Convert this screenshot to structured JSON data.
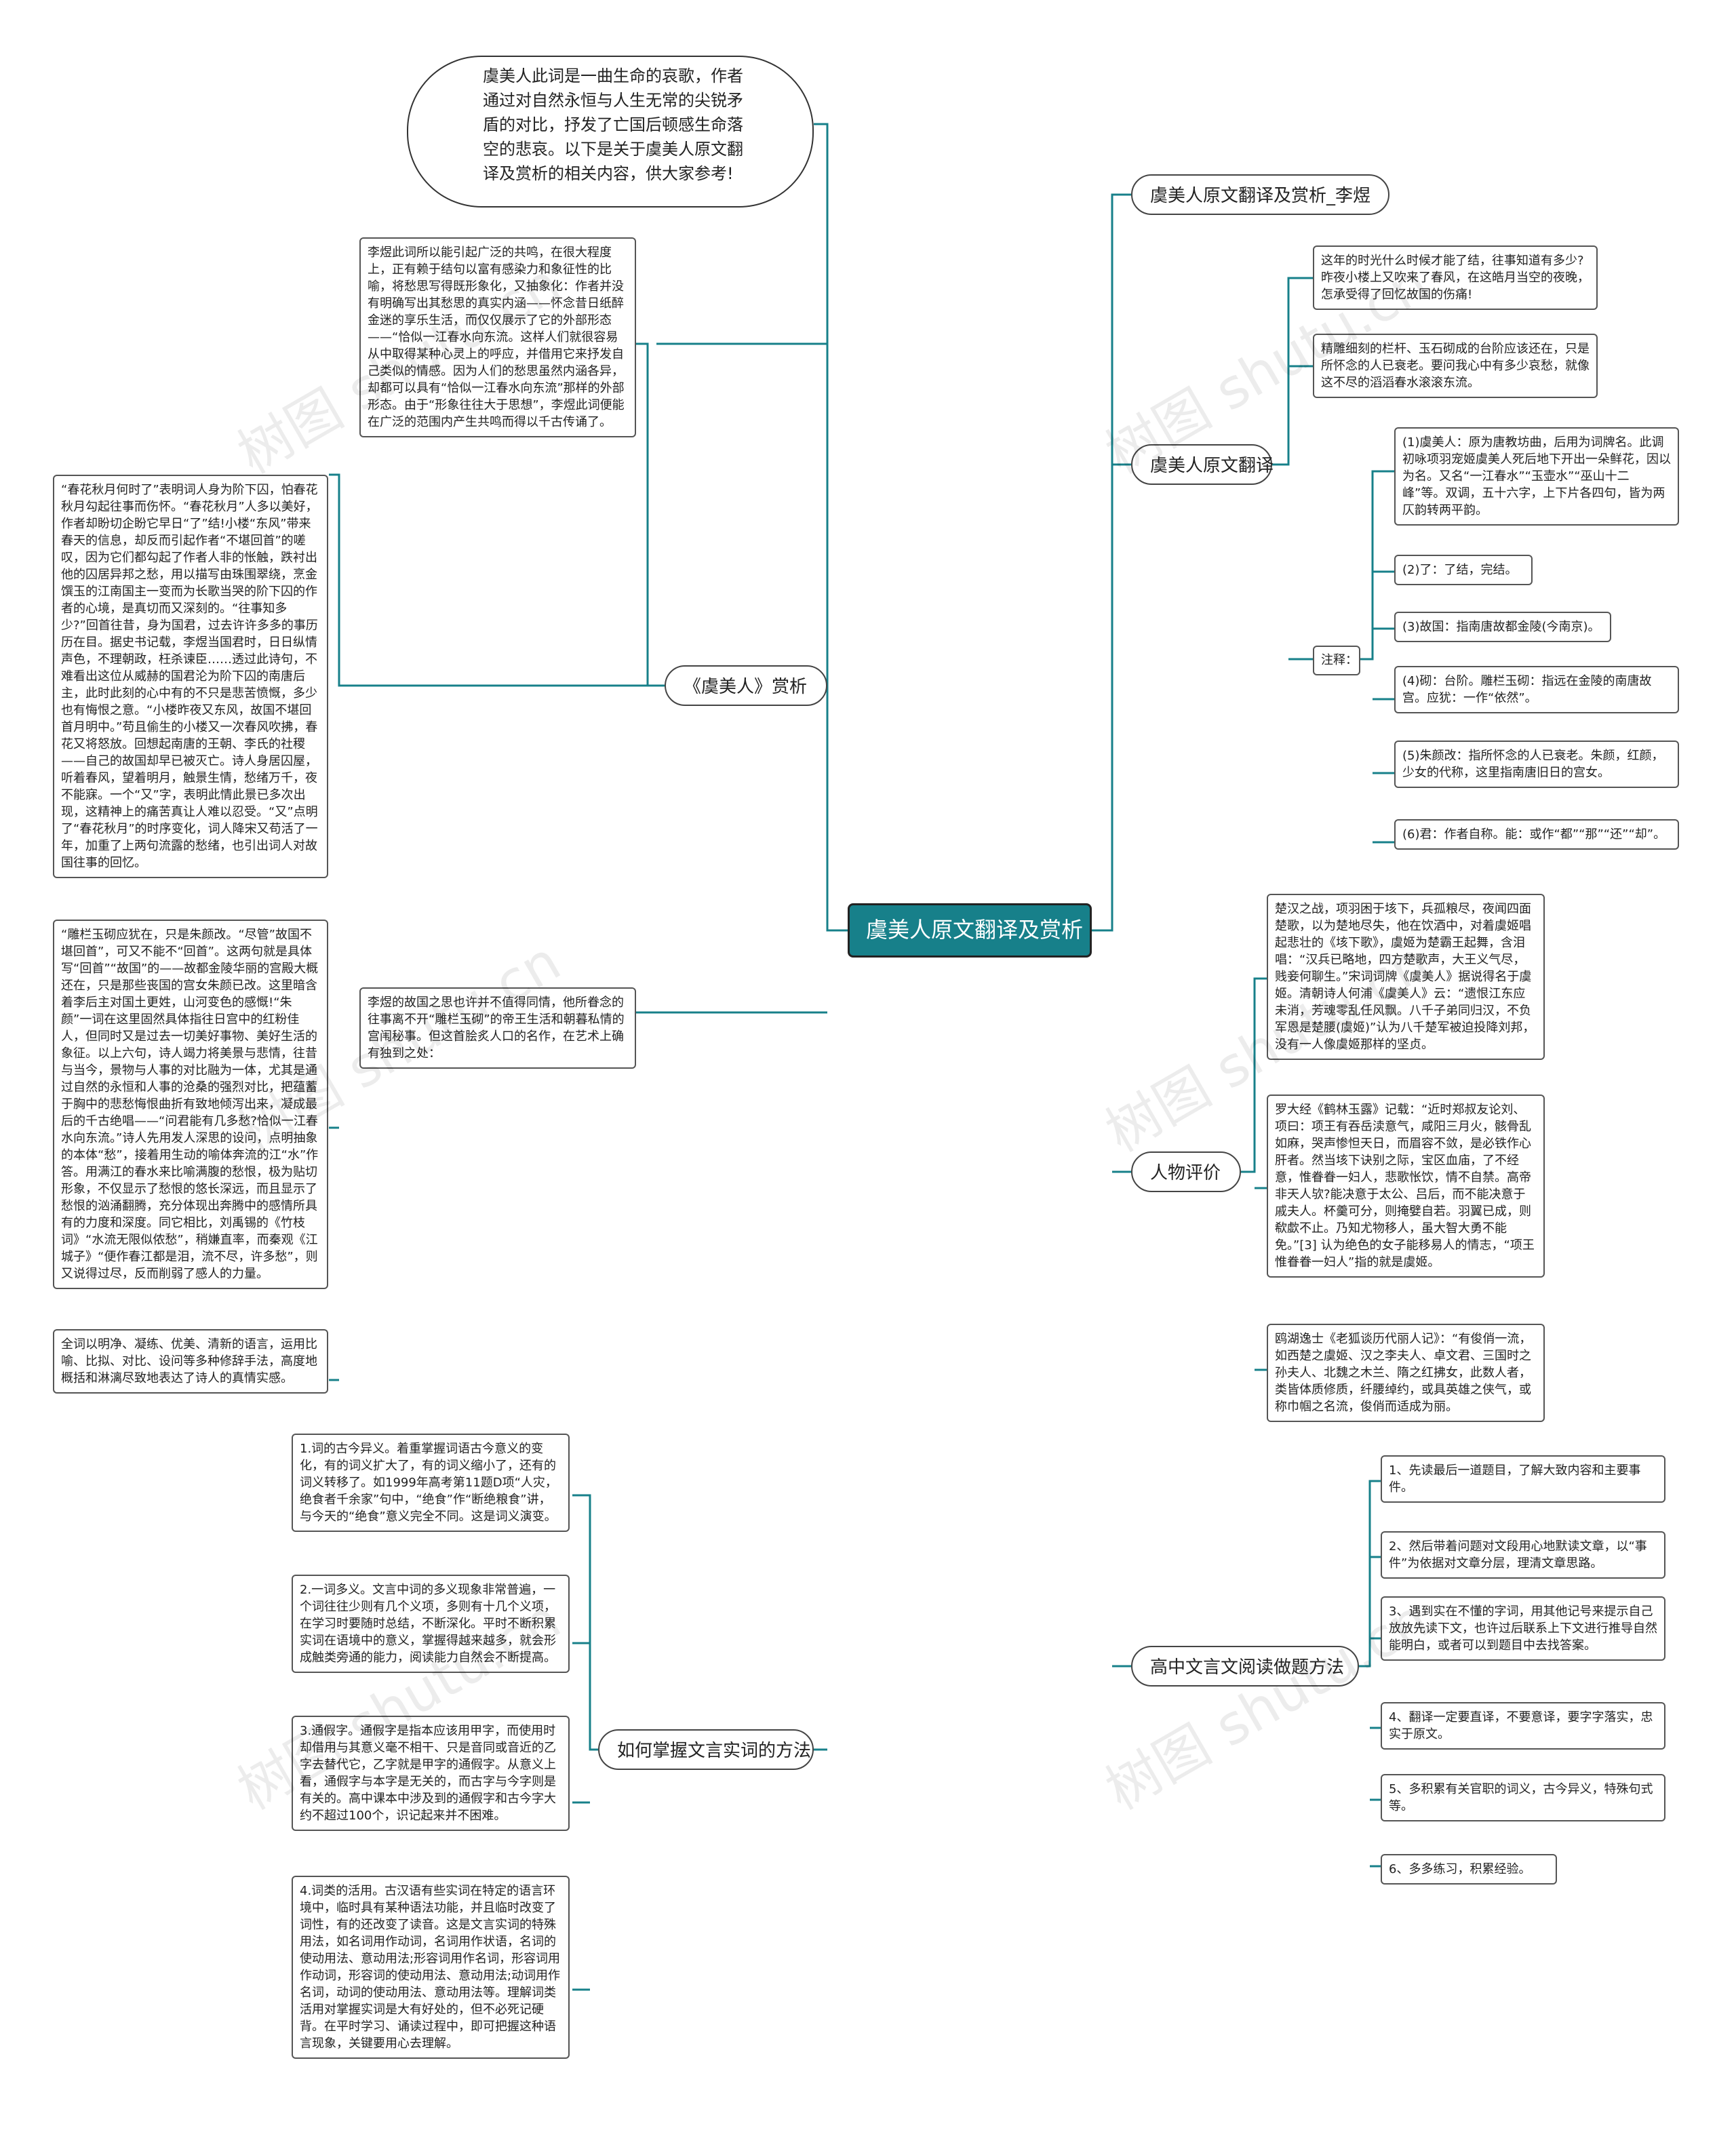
{
  "root": "虞美人原文翻译及赏析",
  "intro": "虞美人此词是一曲生命的哀歌，作者通过对自然永恒与人生无常的尖锐矛盾的对比，抒发了亡国后顿感生命落空的悲哀。以下是关于虞美人原文翻译及赏析的相关内容，供大家参考!",
  "right": {
    "b1": "虞美人原文翻译及赏析_李煜",
    "b2": {
      "label": "虞美人原文翻译",
      "t1": "这年的时光什么时候才能了结，往事知道有多少?昨夜小楼上又吹来了春风，在这皓月当空的夜晚，怎承受得了回忆故国的伤痛!",
      "t2": "精雕细刻的栏杆、玉石砌成的台阶应该还在，只是所怀念的人已衰老。要问我心中有多少哀愁，就像这不尽的滔滔春水滚滚东流。",
      "notes": {
        "label": "注释：",
        "items": [
          "(1)虞美人：原为唐教坊曲，后用为词牌名。此调初咏项羽宠姬虞美人死后地下开出一朵鲜花，因以为名。又名“一江春水”“玉壶水”“巫山十二峰”等。双调，五十六字，上下片各四句，皆为两仄韵转两平韵。",
          "(2)了：了结，完结。",
          "(3)故国：指南唐故都金陵(今南京)。",
          "(4)砌：台阶。雕栏玉砌：指远在金陵的南唐故宫。应犹：一作“依然”。",
          "(5)朱颜改：指所怀念的人已衰老。朱颜，红颜，少女的代称，这里指南唐旧日的宫女。",
          "(6)君：作者自称。能：或作“都”“那”“还”“却”。"
        ]
      }
    },
    "b3": {
      "label": "人物评价",
      "items": [
        "楚汉之战，项羽困于垓下，兵孤粮尽，夜闻四面楚歌，以为楚地尽失，他在饮酒中，对着虞姬唱起悲壮的《垓下歌》，虞姬为楚霸王起舞，含泪唱：“汉兵已略地，四方楚歌声，大王义气尽，贱妾何聊生。”宋词词牌《虞美人》据说得名于虞姬。清朝诗人何浦《虞美人》云：“遗恨江东应未消，芳魂零乱任风飘。八千子弟同归汉，不负军恩是楚腰(虞姬)”认为八千楚军被迫投降刘邦，没有一人像虞姬那样的坚贞。",
        "罗大经《鹤林玉露》记载：“近时郑叔友论刘、项曰：项王有吞岳渎意气，咸阳三月火，骸骨乱如麻，哭声惨怛天日，而眉容不敛，是必铁作心肝者。然当垓下诀别之际，宝区血庙，了不经意，惟眷眷一妇人，悲歌怅饮，情不自禁。高帝非天人欤?能决意于太公、吕后，而不能决意于戚夫人。杯羹可分，则掩嬖自若。羽翼已成，则欷歔不止。乃知尤物移人，虽大智大勇不能免。”[3] 认为绝色的女子能移易人的情志，“项王惟眷眷一妇人”指的就是虞姬。",
        "鸥湖逸士《老狐谈历代丽人记》：“有俊俏一流，如西楚之虞姬、汉之李夫人、卓文君、三国时之孙夫人、北魏之木兰、隋之红拂女，此数人者，类皆体质修质，纤腰绰约，或具英雄之侠气，或称巾帼之名流，俊俏而适成为丽。"
      ]
    },
    "b4": {
      "label": "高中文言文阅读做题方法",
      "items": [
        "1、先读最后一道题目，了解大致内容和主要事件。",
        "2、然后带着问题对文段用心地默读文章，以“事件”为依据对文章分层，理清文章思路。",
        "3、遇到实在不懂的字词，用其他记号来提示自己放放先读下文，也许过后联系上下文进行推导自然能明白，或者可以到题目中去找答案。",
        "4、翻译一定要直译，不要意译，要字字落实，忠实于原文。",
        "5、多积累有关官职的词义，古今异义，特殊句式等。",
        "6、多多练习，积累经验。"
      ]
    }
  },
  "left": {
    "b1": {
      "text": "李煜此词所以能引起广泛的共鸣，在很大程度上，正有赖于结句以富有感染力和象征性的比喻，将愁思写得既形象化，又抽象化：作者并没有明确写出其愁思的真实内涵——怀念昔日纸醉金迷的享乐生活，而仅仅展示了它的外部形态——“恰似一江春水向东流。这样人们就很容易从中取得某种心灵上的呼应，并借用它来抒发自己类似的情感。因为人们的愁思虽然内涵各异，却都可以具有“恰似一江春水向东流”那样的外部形态。由于“形象往往大于思想”，李煜此词便能在广泛的范围内产生共鸣而得以千古传诵了。"
    },
    "b2": {
      "label": "《虞美人》赏析",
      "items": [
        "“春花秋月何时了”表明词人身为阶下囚，怕春花秋月勾起往事而伤怀。“春花秋月”人多以美好，作者却盼切企盼它早日“了”结!小楼“东风”带来春天的信息，却反而引起作者“不堪回首”的嗟叹，因为它们都勾起了作者人非的怅触，跌衬出他的囚居异邦之愁，用以描写由珠围翠绕，烹金馔玉的江南国主一变而为长歌当哭的阶下囚的作者的心境，是真切而又深刻的。“往事知多少?”回首往昔，身为国君，过去许许多多的事历历在目。据史书记载，李煜当国君时，日日纵情声色，不理朝政，枉杀谏臣……透过此诗句，不难看出这位从威赫的国君沦为阶下囚的南唐后主，此时此刻的心中有的不只是悲苦愤慨，多少也有悔恨之意。“小楼昨夜又东风，故国不堪回首月明中。”苟且偷生的小楼又一次春风吹拂，春花又将怒放。回想起南唐的王朝、李氏的社稷——自己的故国却早已被灭亡。诗人身居囚屋，听着春风，望着明月，触景生情，愁绪万千，夜不能寐。一个“又”字，表明此情此景已多次出现，这精神上的痛苦真让人难以忍受。“又”点明了“春花秋月”的时序变化，词人降宋又苟活了一年，加重了上两句流露的愁绪，也引出词人对故国往事的回忆。",
        "“雕栏玉砌应犹在，只是朱颜改。“尽管”故国不堪回首”，可又不能不“回首”。这两句就是具体写“回首”“故国”的——故都金陵华丽的宫殿大概还在，只是那些丧国的宫女朱颜已改。这里暗含着李后主对国土更姓，山河变色的感慨!“朱颜”一词在这里固然具体指往日宫中的红粉佳人，但同时又是过去一切美好事物、美好生活的象征。以上六句，诗人竭力将美景与悲情，往昔与当今，景物与人事的对比融为一体，尤其是通过自然的永恒和人事的沧桑的强烈对比，把蕴蓄于胸中的悲愁悔恨曲折有致地倾泻出来，凝成最后的千古绝唱——“问君能有几多愁?恰似一江春水向东流。”诗人先用发人深思的设问，点明抽象的本体“愁”，接着用生动的喻体奔流的江“水”作答。用满江的春水来比喻满腹的愁恨，极为贴切形象，不仅显示了愁恨的悠长深远，而且显示了愁恨的汹涌翻腾，充分体现出奔腾中的感情所具有的力度和深度。同它相比，刘禹锡的《竹枝词》“水流无限似侬愁”，稍嫌直率，而秦观《江城子》“便作春江都是泪，流不尽，许多愁”，则又说得过尽，反而削弱了感人的力量。",
        "全词以明净、凝练、优美、清新的语言，运用比喻、比拟、对比、设问等多种修辞手法，高度地概括和淋漓尽致地表达了诗人的真情实感。"
      ]
    },
    "b3": {
      "text": "李煜的故国之思也许并不值得同情，他所眷念的往事离不开“雕栏玉砌”的帝王生活和朝暮私情的宫闱秘事。但这首脍炙人口的名作，在艺术上确有独到之处："
    },
    "b4": {
      "label": "如何掌握文言实词的方法",
      "items": [
        "1.词的古今异义。着重掌握词语古今意义的变化，有的词义扩大了，有的词义缩小了，还有的词义转移了。如1999年高考第11题D项“人灾，绝食者千余家”句中，“绝食”作“断绝粮食”讲，与今天的“绝食”意义完全不同。这是词义演变。",
        "2.一词多义。文言中词的多义现象非常普遍，一个词往往少则有几个义项，多则有十几个义项，在学习时要随时总结，不断深化。平时不断积累实词在语境中的意义，掌握得越来越多，就会形成触类旁通的能力，阅读能力自然会不断提高。",
        "3.通假字。通假字是指本应该用甲字，而使用时却借用与其意义毫不相干、只是音同或音近的乙字去替代它，乙字就是甲字的通假字。从意义上看，通假字与本字是无关的，而古字与今字则是有关的。高中课本中涉及到的通假字和古今字大约不超过100个，识记起来并不困难。",
        "4.词类的活用。古汉语有些实词在特定的语言环境中，临时具有某种语法功能，并且临时改变了词性，有的还改变了读音。这是文言实词的特殊用法，如名词用作动词，名词用作状语，名词的使动用法、意动用法;形容词用作名词，形容词用作动词，形容词的使动用法、意动用法;动词用作名词，动词的使动用法、意动用法等。理解词类活用对掌握实词是大有好处的，但不必死记硬背。在平时学习、诵读过程中，即可把握这种语言现象，关键要用心去理解。"
      ]
    }
  },
  "watermark": "树图 shutu.cn",
  "colors": {
    "root_bg": "#17808a",
    "line": "#17808a",
    "border": "#555555"
  }
}
